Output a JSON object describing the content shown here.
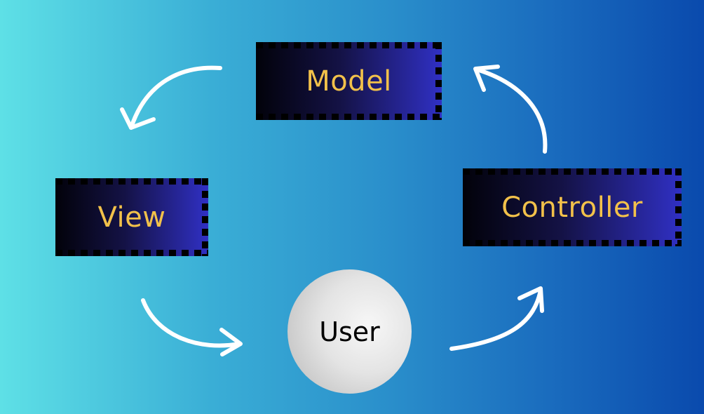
{
  "diagram": {
    "nodes": {
      "model": {
        "label": "Model"
      },
      "view": {
        "label": "View"
      },
      "controller": {
        "label": "Controller"
      },
      "user": {
        "label": "User"
      }
    },
    "edges": [
      {
        "from": "model",
        "to": "view"
      },
      {
        "from": "view",
        "to": "user"
      },
      {
        "from": "user",
        "to": "controller"
      },
      {
        "from": "controller",
        "to": "model"
      }
    ],
    "colors": {
      "label_text": "#f2c14a",
      "node_fill_start": "#02020a",
      "node_fill_end": "#3030c4",
      "arrow": "#ffffff",
      "user_text": "#000000"
    }
  }
}
